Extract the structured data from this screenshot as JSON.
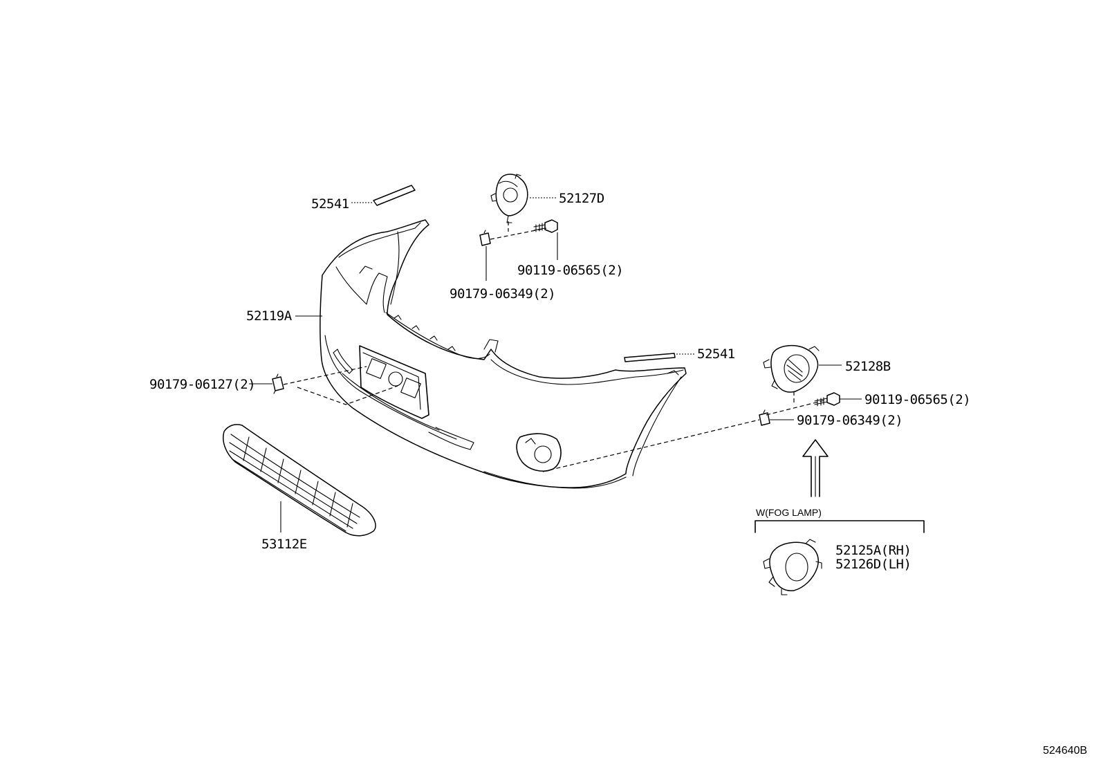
{
  "diagram": {
    "reference_code": "524640B",
    "fog_lamp_group_label": "W(FOG LAMP)",
    "labels": {
      "upper_molding": "52541",
      "side_molding": "52541",
      "bracket_upper": "52127D",
      "bolt_upper": "90119-06565(2)",
      "nut_upper": "90179-06349(2)",
      "bumper_cover": "52119A",
      "nut_plate": "90179-06127(2)",
      "lower_grille": "53112E",
      "bracket_right": "52128B",
      "bolt_right": "90119-06565(2)",
      "nut_right": "90179-06349(2)",
      "fog_bracket_rh": "52125A(RH)",
      "fog_bracket_lh": "52126D(LH)"
    }
  }
}
